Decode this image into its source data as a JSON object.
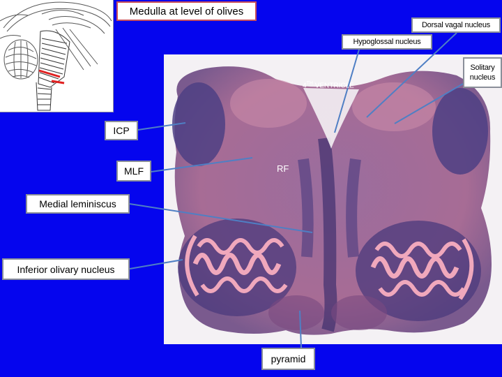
{
  "title": "Medulla at level of olives",
  "labels": {
    "dorsal_vagal": "Dorsal vagal nucleus",
    "hypoglossal": "Hypoglossal nucleus",
    "solitary_line1": "Solitary",
    "solitary_line2": "nucleus",
    "icp": "ICP",
    "mlf": "MLF",
    "medial_lemniscus": "Medial leminiscus",
    "inferior_olivary": "Inferior olivary nucleus",
    "pyramid": "pyramid"
  },
  "in_image_text": {
    "ventricle_num": "4",
    "ventricle_sup": "TH",
    "ventricle_word": " VENTRICLE",
    "rf": "RF"
  },
  "colors": {
    "background": "#0505ee",
    "title_border": "#c8505a",
    "label_border": "#8a8f99",
    "pointer_line": "#4f7fc4",
    "tissue_pink": "#d98da6",
    "tissue_purple": "#4a3a7e",
    "olive_pink": "#f0a8bc"
  },
  "icons": {
    "brain_inset": "brainstem-sagittal-diagram-icon",
    "tissue": "medulla-histology-section"
  }
}
